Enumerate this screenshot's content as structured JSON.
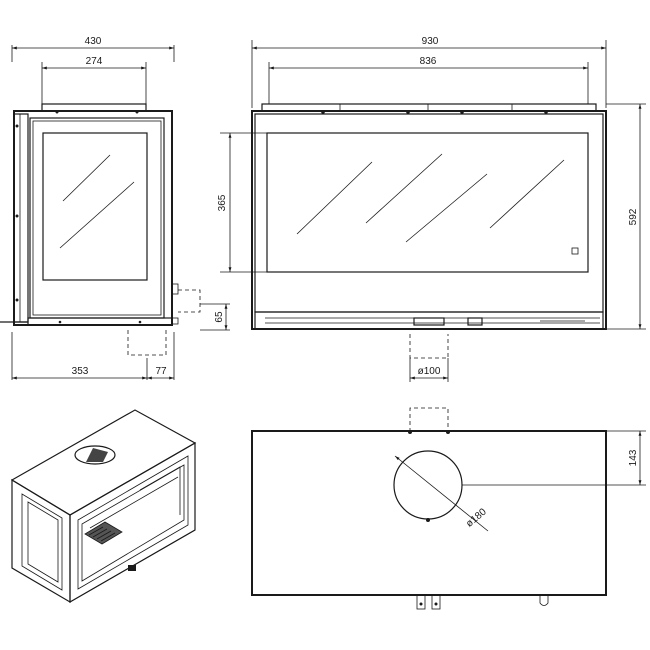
{
  "dimensions": {
    "side_total_depth": "430",
    "side_inner_depth": "274",
    "side_lower_depth": "353",
    "side_outlet_offset": "77",
    "side_lower_height": "65",
    "front_total_width": "930",
    "front_inner_width": "836",
    "front_glass_height": "365",
    "front_total_height": "592",
    "front_flue_diameter": "ø100",
    "top_flue_offset": "143",
    "top_flue_diameter": "ø180"
  },
  "colors": {
    "line": "#1a1a1a",
    "background": "#ffffff"
  }
}
